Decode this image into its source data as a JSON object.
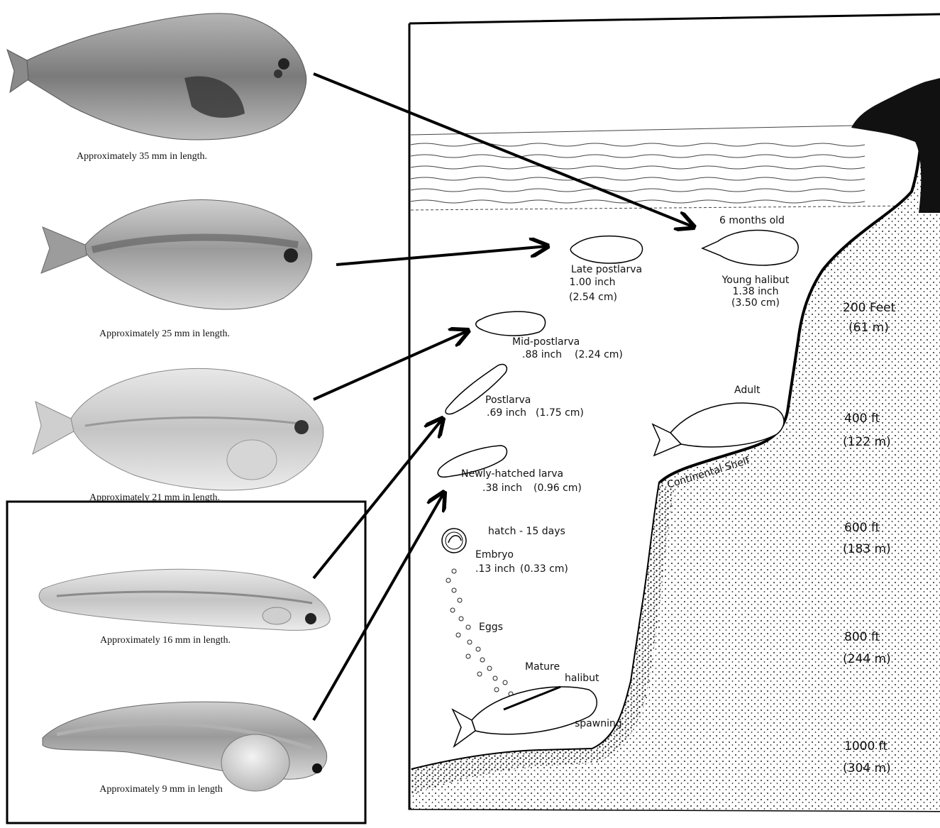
{
  "stage_captions": [
    {
      "id": "cap-35",
      "text": "Approximately 35 mm in length."
    },
    {
      "id": "cap-25",
      "text": "Approximately 25 mm in length."
    },
    {
      "id": "cap-21",
      "text": "Approximately 21 mm in length."
    },
    {
      "id": "cap-16",
      "text": "Approximately 16 mm in length."
    },
    {
      "id": "cap-9",
      "text": "Approximately 9 mm in length"
    }
  ],
  "life_stages": {
    "six_months": "6 months old",
    "young_halibut": {
      "name": "Young halibut",
      "size_in": "1.38 inch",
      "size_cm": "(3.50 cm)"
    },
    "late_postlarva": {
      "name": "Late postlarva",
      "size_in": "1.00 inch",
      "size_cm": "(2.54 cm)"
    },
    "mid_postlarva": {
      "name": "Mid-postlarva",
      "size_in": ".88 inch",
      "size_cm": "(2.24 cm)"
    },
    "postlarva": {
      "name": "Postlarva",
      "size_in": ".69 inch",
      "size_cm": "(1.75 cm)"
    },
    "newly_hatched": {
      "name": "Newly-hatched larva",
      "size_in": ".38 inch",
      "size_cm": "(0.96 cm)"
    },
    "hatch": "hatch - 15 days",
    "embryo": {
      "name": "Embryo",
      "size_in": ".13 inch",
      "size_cm": "(0.33 cm)"
    },
    "eggs": "Eggs",
    "mature": {
      "line1": "Mature",
      "line2": "halibut",
      "spawning": "spawning"
    },
    "adult": "Adult",
    "shelf": "Continental Shelf"
  },
  "depths": [
    {
      "feet": "200 Feet",
      "meters": "(61 m)"
    },
    {
      "feet": "400  ft",
      "meters": "(122 m)"
    },
    {
      "feet": "600  ft",
      "meters": "(183 m)"
    },
    {
      "feet": "800  ft",
      "meters": "(244 m)"
    },
    {
      "feet": "1000  ft",
      "meters": "(304 m)"
    }
  ]
}
